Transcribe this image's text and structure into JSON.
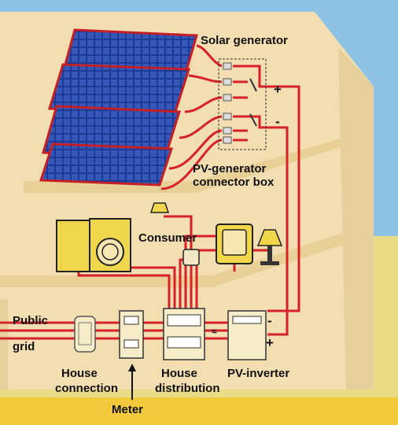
{
  "labels": {
    "solar_generator": "Solar generator",
    "connector_box_line1": "PV-generator",
    "connector_box_line2": "connector box",
    "consumer": "Consumer",
    "public": "Public",
    "grid": "grid",
    "house_connection_line1": "House",
    "house_connection_line2": "connection",
    "house_distribution_line1": "House",
    "house_distribution_line2": "distribution",
    "pv_inverter": "PV-inverter",
    "meter": "Meter"
  },
  "polarity": {
    "box_plus": "+",
    "box_minus": "-",
    "inverter_minus": "-",
    "inverter_plus": "+",
    "ac_symbol": "≈"
  },
  "colors": {
    "wire": "#d8202a",
    "panel": "#1f3f9e",
    "wall": "#f2deb0",
    "sky": "#8fc3e6",
    "ground": "#e8dd85"
  }
}
